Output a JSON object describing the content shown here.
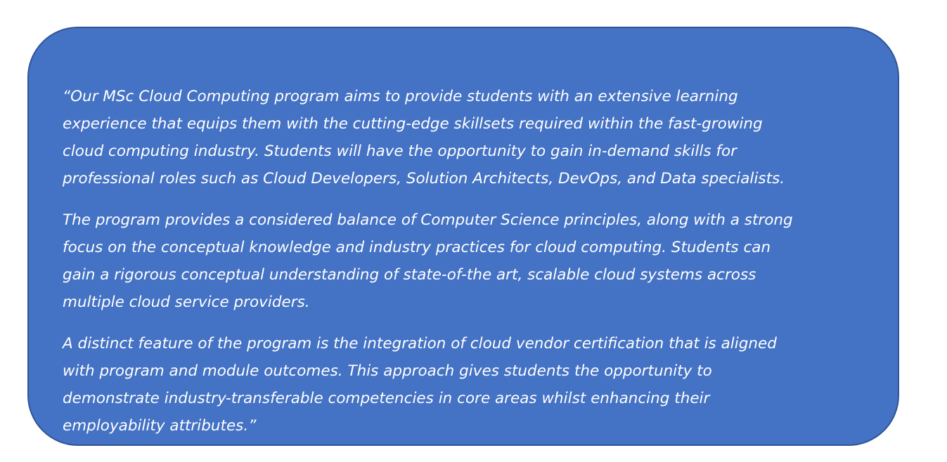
{
  "quote": {
    "paragraphs": [
      [
        "“Our MSc Cloud Computing program aims to provide students with an extensive learning",
        "experience that equips them with the cutting-edge skillsets required within the fast-growing",
        "cloud computing industry. Students will have the opportunity to gain in-demand skills for",
        "professional roles such as Cloud Developers, Solution Architects, DevOps, and Data specialists."
      ],
      [
        "The program provides a considered balance of Computer Science principles, along with a strong",
        "focus on the conceptual knowledge and industry practices for cloud computing. Students can",
        "gain a rigorous conceptual understanding of state-of-the art, scalable cloud systems across",
        "multiple cloud service providers."
      ],
      [
        "A distinct feature of the program is the integration of cloud vendor certification that is aligned",
        "with program and module outcomes. This approach gives students the opportunity to",
        "demonstrate industry-transferable competencies in core areas whilst enhancing their",
        "employability attributes.”"
      ]
    ]
  },
  "colors": {
    "box_fill": "#4472c4",
    "box_border": "#2f5597",
    "text": "#ffffff"
  }
}
